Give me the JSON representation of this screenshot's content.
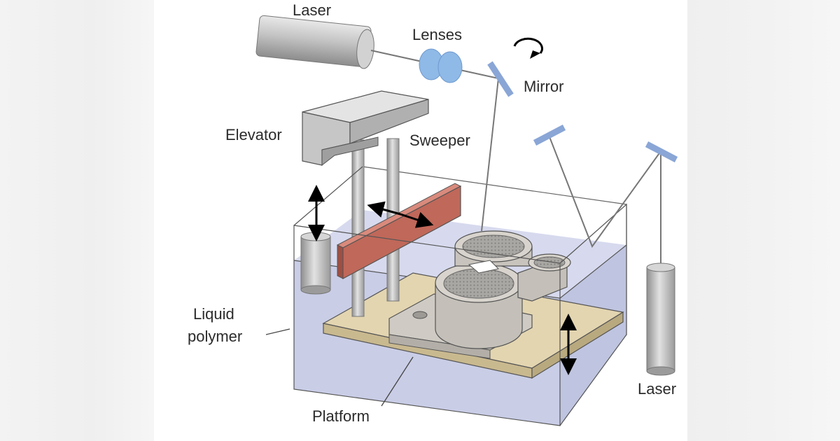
{
  "labels": {
    "laser_top": "Laser",
    "lenses": "Lenses",
    "mirror": "Mirror",
    "elevator": "Elevator",
    "sweeper": "Sweeper",
    "liquid_line1": "Liquid",
    "liquid_line2": "polymer",
    "platform": "Platform",
    "laser_right": "Laser"
  },
  "colors": {
    "liquid": "#c9cde6",
    "sweeper": "#c0685a",
    "platform": "#e3d5b0",
    "lenses": "#8fb9e6",
    "mirror": "#8aa6d6",
    "part": "#cfcbc4"
  }
}
